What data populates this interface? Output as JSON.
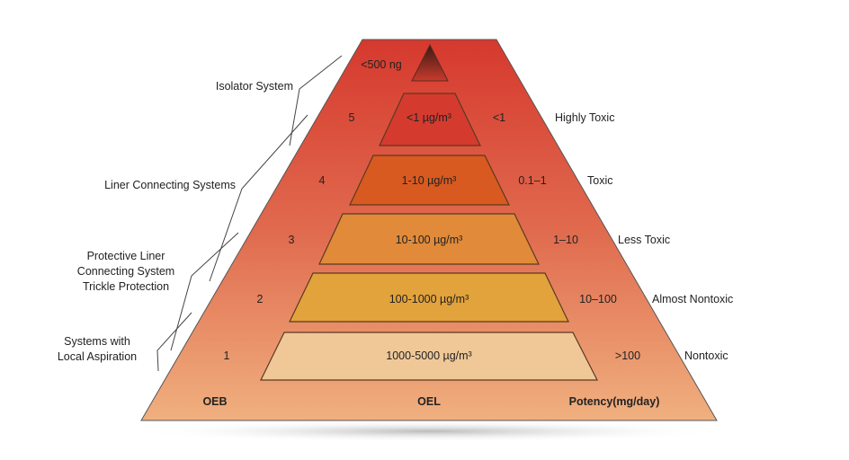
{
  "colors": {
    "pyramid_top": "#d6392e",
    "pyramid_bottom": "#f0b07f",
    "band5": "#d53a2e",
    "band4": "#d85a20",
    "band3": "#e08a3a",
    "band2": "#e2a23c",
    "band1": "#f0c898"
  },
  "apex_label": "<500 ng",
  "levels": [
    {
      "oeb": "5",
      "oel": "<1 µg/m³",
      "potency": "<1",
      "toxicity": "Highly Toxic"
    },
    {
      "oeb": "4",
      "oel": "1-10 µg/m³",
      "potency": "0.1–1",
      "toxicity": "Toxic"
    },
    {
      "oeb": "3",
      "oel": "10-100 µg/m³",
      "potency": "1–10",
      "toxicity": "Less Toxic"
    },
    {
      "oeb": "2",
      "oel": "100-1000 µg/m³",
      "potency": "10–100",
      "toxicity": "Almost Nontoxic"
    },
    {
      "oeb": "1",
      "oel": "1000-5000 µg/m³",
      "potency": ">100",
      "toxicity": "Nontoxic"
    }
  ],
  "footer": {
    "oeb": "OEB",
    "oel": "OEL",
    "potency": "Potency(mg/day)"
  },
  "systems": {
    "isolator": "Isolator System",
    "liner": "Liner Connecting Systems",
    "protective": [
      "Protective Liner",
      "Connecting System",
      "Trickle Protection"
    ],
    "local": [
      "Systems with",
      "Local Aspiration"
    ]
  }
}
